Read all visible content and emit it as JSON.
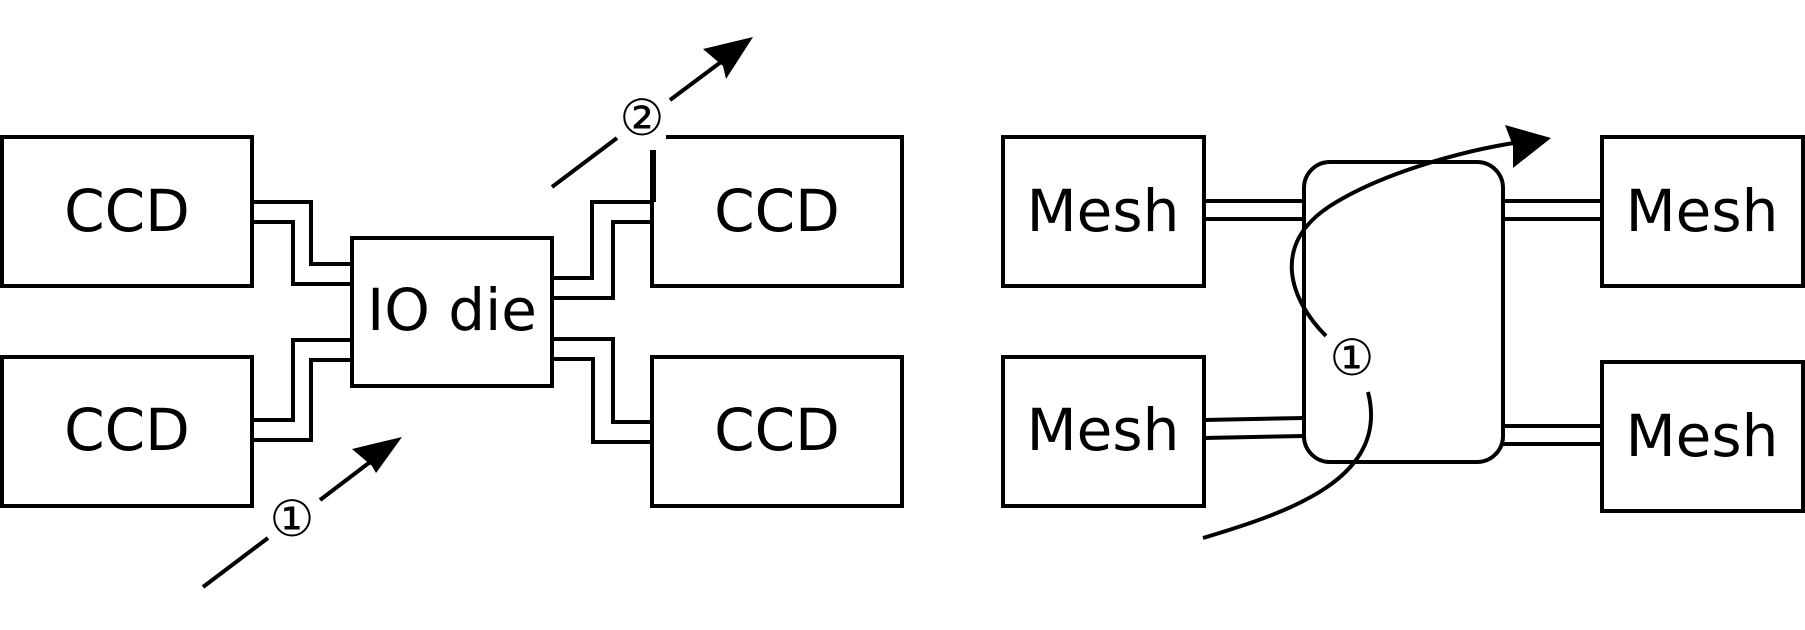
{
  "colors": {
    "stroke": "#000000",
    "background": "#ffffff"
  },
  "left_diagram": {
    "ccd_top_left": "CCD",
    "ccd_bottom_left": "CCD",
    "ccd_top_right": "CCD",
    "ccd_bottom_right": "CCD",
    "io_die": "IO die",
    "marker_1": "①",
    "marker_2": "②"
  },
  "right_diagram": {
    "mesh_top_left": "Mesh",
    "mesh_bottom_left": "Mesh",
    "mesh_top_right": "Mesh",
    "mesh_bottom_right": "Mesh",
    "marker_1": "①"
  }
}
